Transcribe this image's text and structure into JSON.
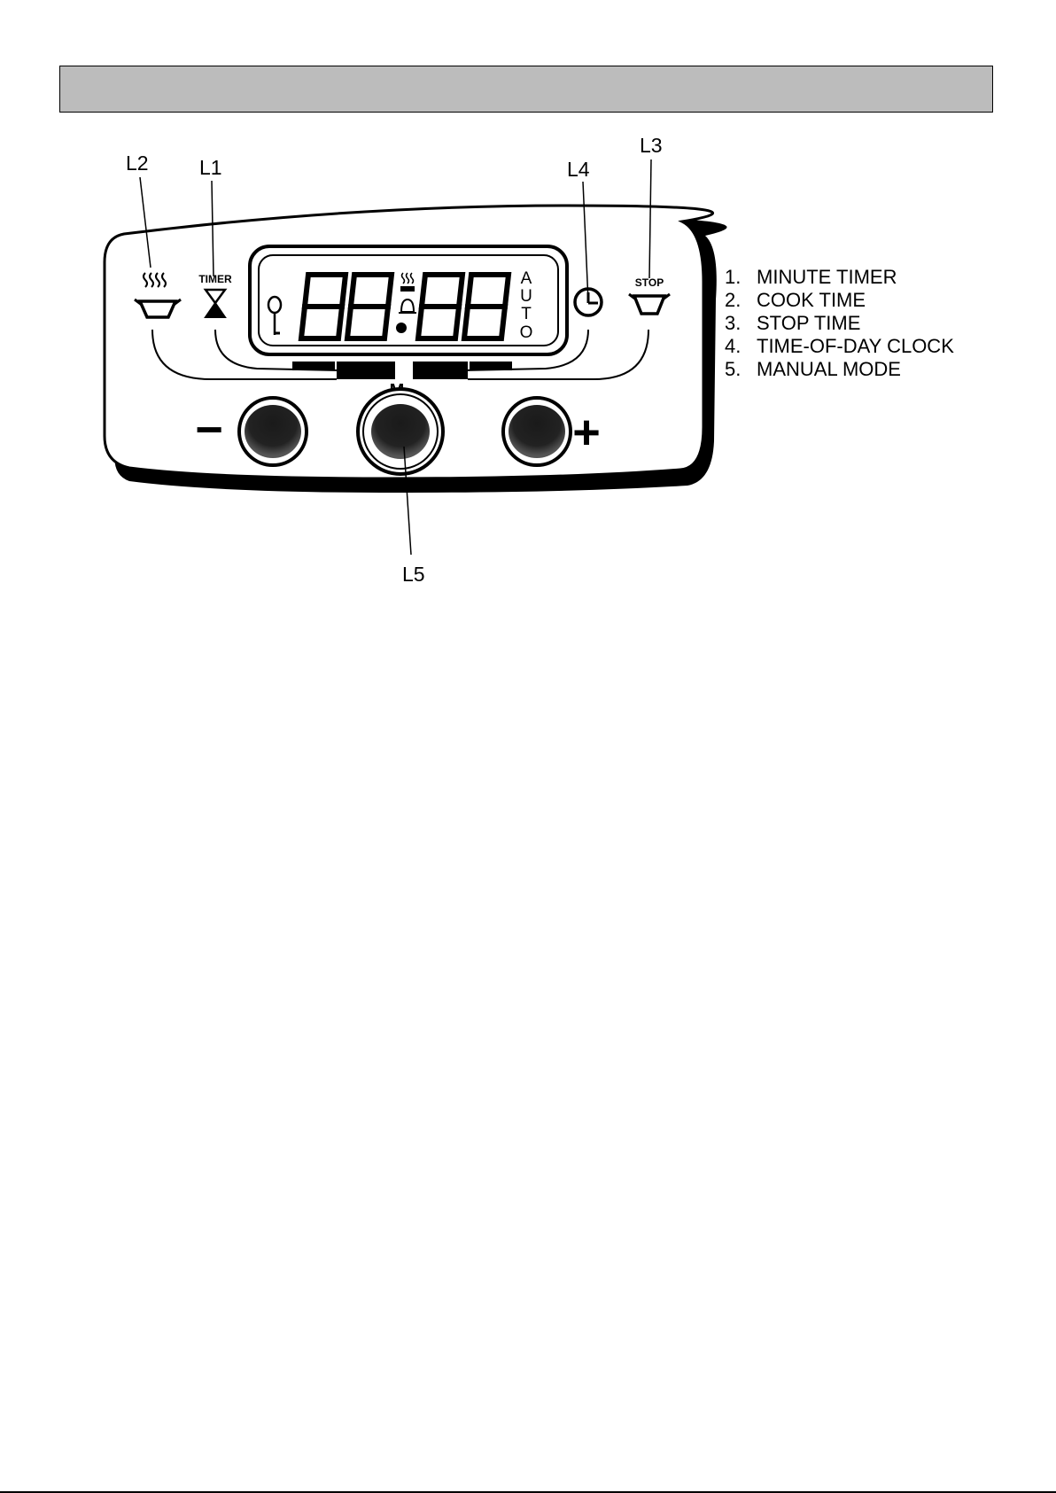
{
  "callouts": {
    "l1": "L1",
    "l2": "L2",
    "l3": "L3",
    "l4": "L4",
    "l5": "L5"
  },
  "panel": {
    "timer_label": "TIMER",
    "stop_label": "STOP",
    "manual_label": "M",
    "auto_letters": [
      "A",
      "U",
      "T",
      "O"
    ],
    "minus_symbol": "−",
    "plus_symbol": "+"
  },
  "legend": [
    {
      "num": "1.",
      "text": "MINUTE TIMER"
    },
    {
      "num": "2.",
      "text": "COOK TIME"
    },
    {
      "num": "3.",
      "text": "STOP TIME"
    },
    {
      "num": "4.",
      "text": "TIME-OF-DAY CLOCK"
    },
    {
      "num": "5.",
      "text": "MANUAL MODE"
    }
  ],
  "colors": {
    "header_bar": "#bcbcbc",
    "ink": "#000000"
  }
}
